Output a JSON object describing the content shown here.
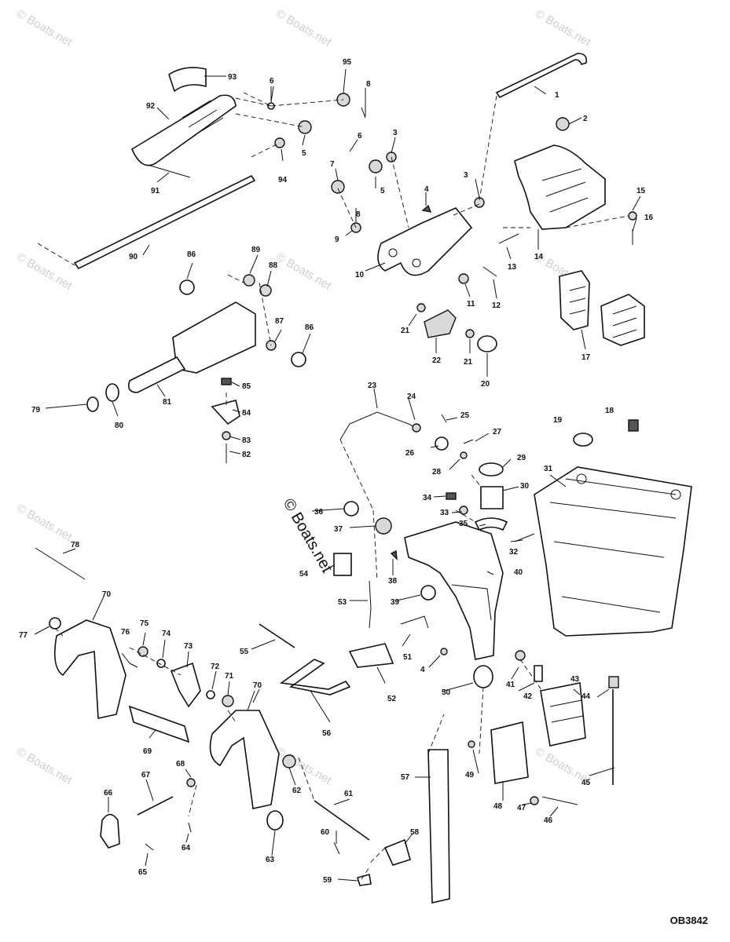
{
  "diagram_code": "OB3842",
  "watermark": "© Boats.net",
  "labels": [
    "1",
    "2",
    "3",
    "3",
    "4",
    "4",
    "5",
    "5",
    "6",
    "6",
    "7",
    "8",
    "8",
    "9",
    "10",
    "11",
    "12",
    "13",
    "14",
    "15",
    "16",
    "17",
    "18",
    "19",
    "20",
    "21",
    "21",
    "22",
    "23",
    "24",
    "25",
    "26",
    "27",
    "28",
    "29",
    "30",
    "31",
    "32",
    "33",
    "34",
    "35",
    "36",
    "37",
    "38",
    "39",
    "40",
    "41",
    "42",
    "43",
    "44",
    "45",
    "46",
    "47",
    "48",
    "49",
    "50",
    "51",
    "52",
    "53",
    "54",
    "55",
    "56",
    "57",
    "58",
    "59",
    "60",
    "61",
    "62",
    "63",
    "63",
    "64",
    "65",
    "66",
    "67",
    "68",
    "69",
    "70",
    "70",
    "71",
    "72",
    "73",
    "74",
    "75",
    "76",
    "77",
    "78",
    "79",
    "80",
    "81",
    "82",
    "83",
    "84",
    "85",
    "86",
    "86",
    "87",
    "88",
    "89",
    "90",
    "91",
    "92",
    "93",
    "94",
    "95"
  ]
}
